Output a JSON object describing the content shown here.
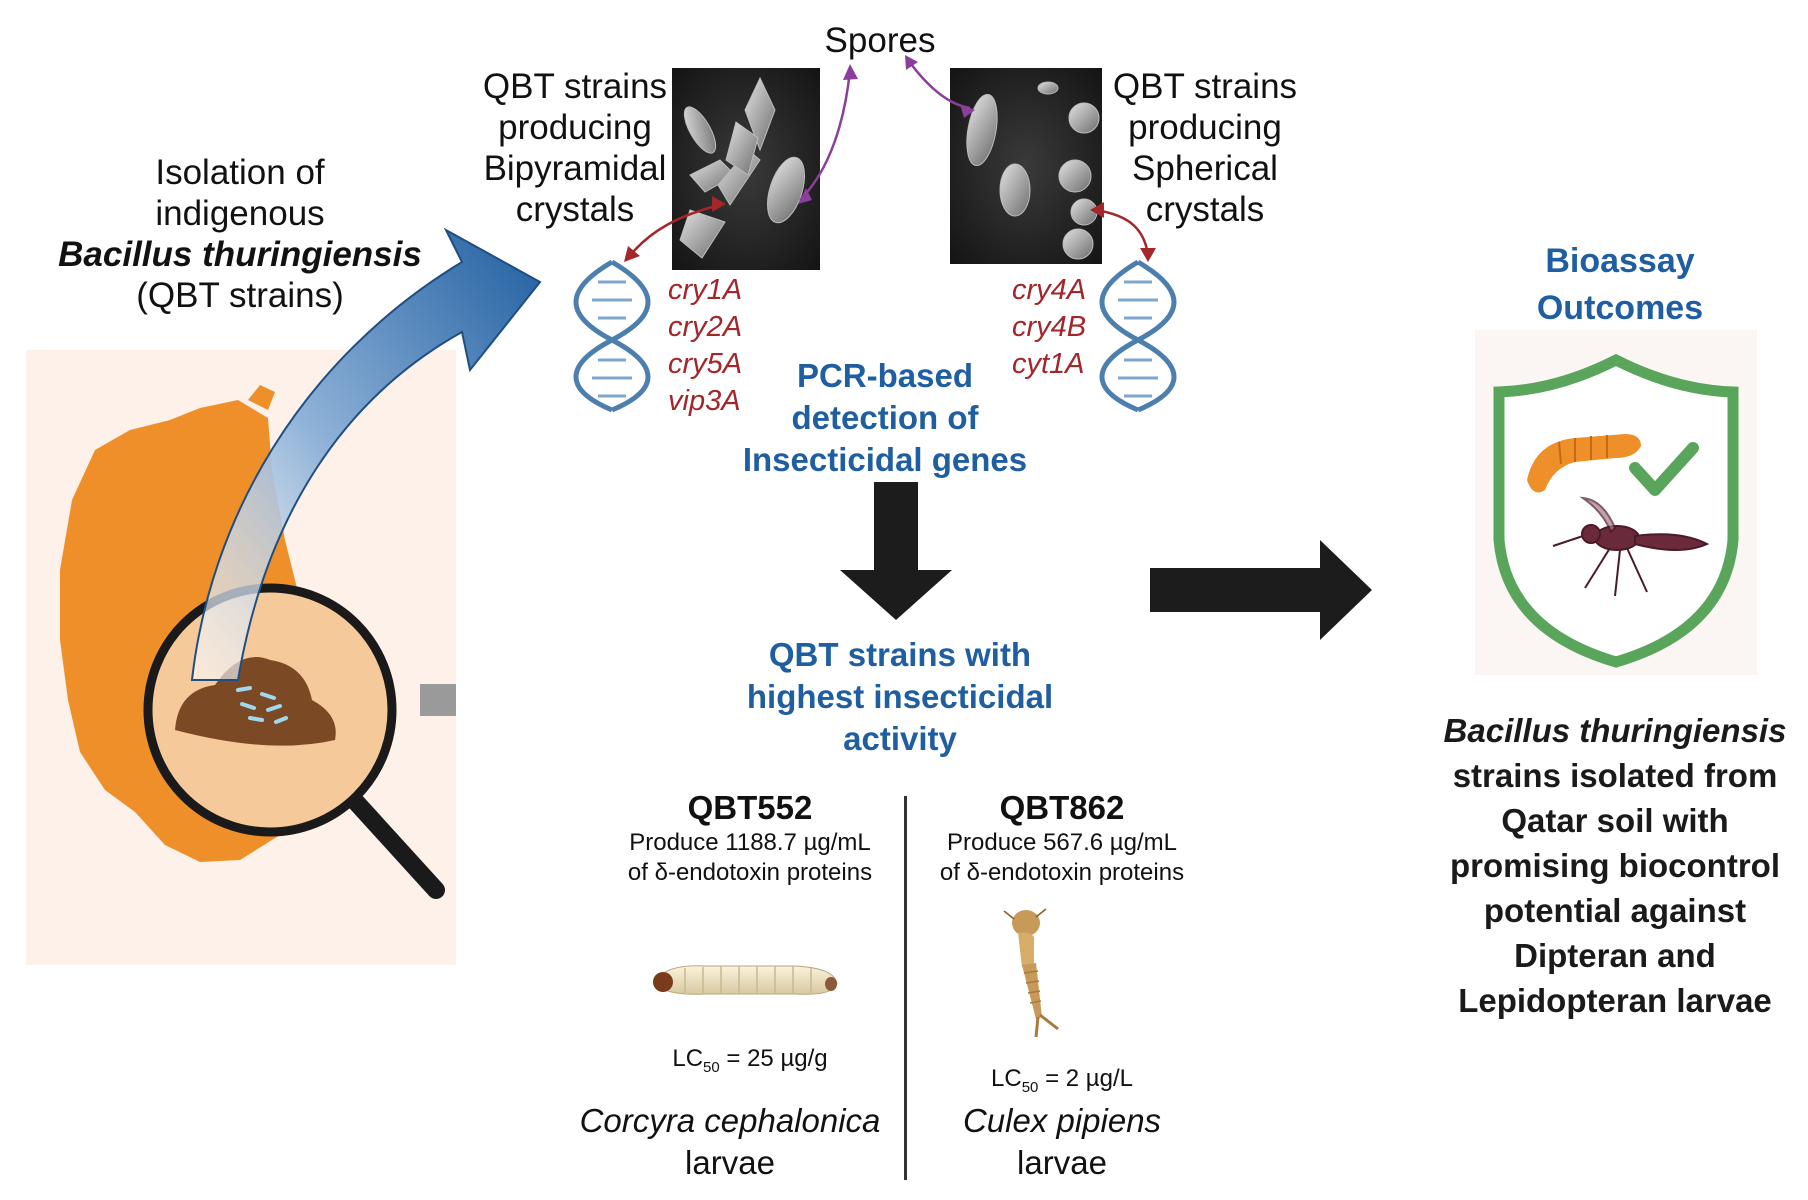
{
  "isolation": {
    "line1": "Isolation of",
    "line2": "indigenous",
    "line3": "Bacillus thuringiensis",
    "line4": "(QBT strains)"
  },
  "spores_label": "Spores",
  "bipyramidal": {
    "line1": "QBT strains",
    "line2": "producing",
    "line3": "Bipyramidal",
    "line4": "crystals",
    "genes": [
      "cry1A",
      "cry2A",
      "cry5A",
      "vip3A"
    ]
  },
  "spherical": {
    "line1": "QBT strains",
    "line2": "producing",
    "line3": "Spherical",
    "line4": "crystals",
    "genes": [
      "cry4A",
      "cry4B",
      "cyt1A"
    ]
  },
  "pcr": {
    "line1": "PCR-based",
    "line2": "detection of",
    "line3": "Insecticidal genes"
  },
  "highest": {
    "line1": "QBT strains with",
    "line2": "highest insecticidal",
    "line3": "activity"
  },
  "strain_a": {
    "name": "QBT552",
    "produce_line1": "Produce 1188.7 µg/mL",
    "produce_line2": "of δ-endotoxin proteins",
    "lc_prefix": "LC",
    "lc_sub": "50",
    "lc_value": " = 25 µg/g",
    "species": "Corcyra cephalonica",
    "stage": "larvae"
  },
  "strain_b": {
    "name": "QBT862",
    "produce_line1": "Produce 567.6 µg/mL",
    "produce_line2": "of δ-endotoxin proteins",
    "lc_prefix": "LC",
    "lc_sub": "50",
    "lc_value": " = 2 µg/L",
    "species": "Culex pipiens",
    "stage": "larvae"
  },
  "bioassay": {
    "line1": "Bioassay",
    "line2": "Outcomes"
  },
  "conclusion": {
    "line1": "Bacillus thuringiensis",
    "line2": "strains isolated from",
    "line3": "Qatar soil with",
    "line4": "promising biocontrol",
    "line5": "potential against",
    "line6": "Dipteran and",
    "line7": "Lepidopteran larvae"
  },
  "colors": {
    "title_blue": "#1f5ea0",
    "gene_red": "#a3262a",
    "map_orange": "#ef8f2a",
    "shield_green": "#5aa55c",
    "arrow_black": "#1c1c1c"
  }
}
